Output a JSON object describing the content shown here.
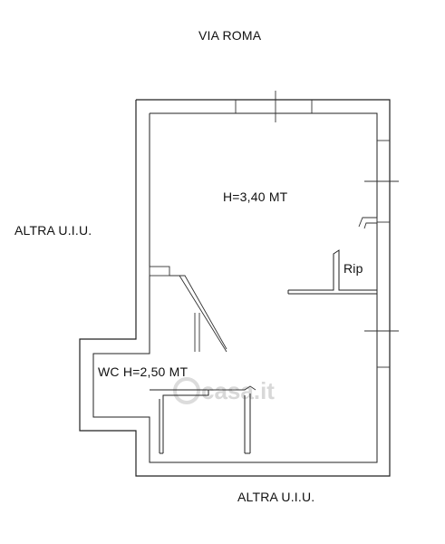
{
  "labels": {
    "street": "VIA ROMA",
    "left_neighbor": "ALTRA U.I.U.",
    "bottom_neighbor": "ALTRA U.I.U.",
    "main_room_height": "H=3,40 MT",
    "storage": "Rip",
    "wc": "WC  H=2,50 MT"
  },
  "watermark": "casa.it",
  "colors": {
    "wall": "#222222",
    "watermark": "#d8d8d8"
  }
}
